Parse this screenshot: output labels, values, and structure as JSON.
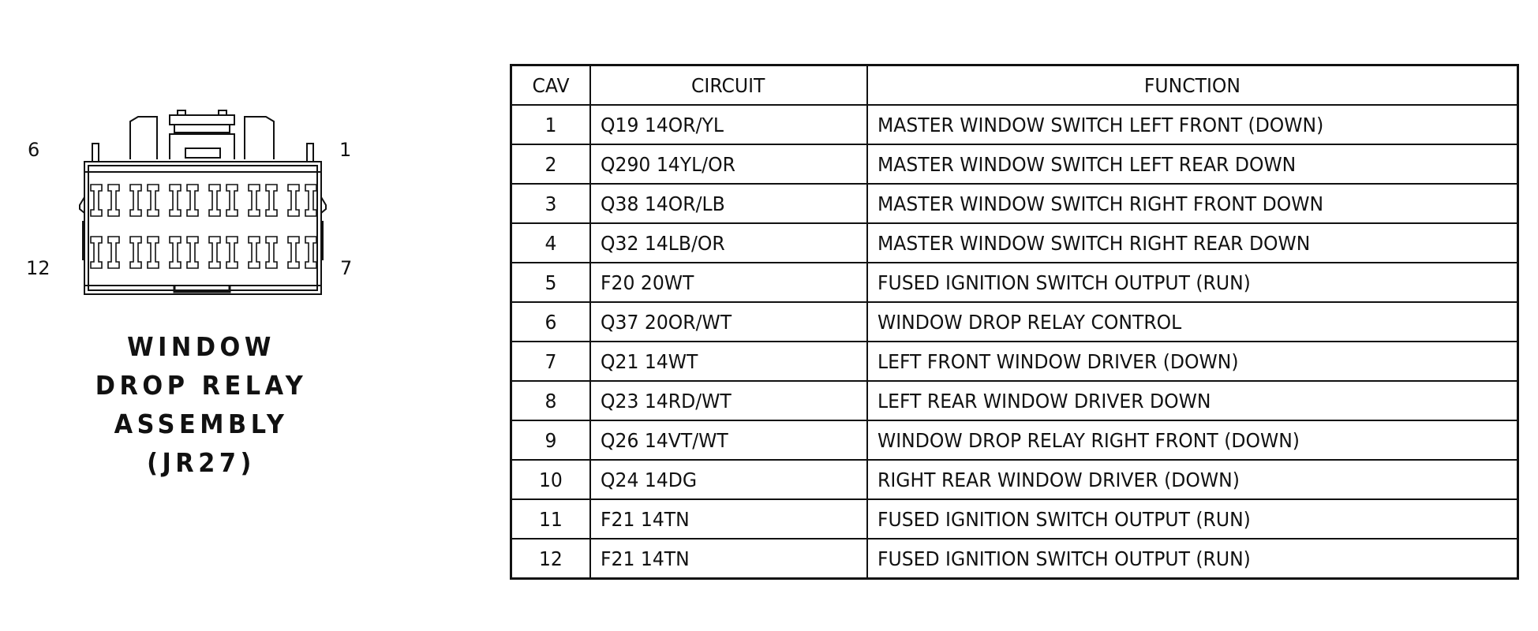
{
  "connector": {
    "pin_labels": {
      "top_left": "6",
      "top_right": "1",
      "bottom_left": "12",
      "bottom_right": "7"
    },
    "title_lines": [
      "WINDOW",
      "DROP RELAY",
      "ASSEMBLY",
      "(JR27)"
    ]
  },
  "table": {
    "headers": {
      "cav": "CAV",
      "circuit": "CIRCUIT",
      "function": "FUNCTION"
    },
    "rows": [
      {
        "cav": "1",
        "circuit": "Q19 14OR/YL",
        "function": "MASTER WINDOW SWITCH LEFT FRONT (DOWN)"
      },
      {
        "cav": "2",
        "circuit": "Q290 14YL/OR",
        "function": "MASTER WINDOW SWITCH LEFT REAR DOWN"
      },
      {
        "cav": "3",
        "circuit": "Q38 14OR/LB",
        "function": "MASTER WINDOW SWITCH RIGHT FRONT DOWN"
      },
      {
        "cav": "4",
        "circuit": "Q32 14LB/OR",
        "function": "MASTER WINDOW SWITCH RIGHT REAR DOWN"
      },
      {
        "cav": "5",
        "circuit": "F20 20WT",
        "function": "FUSED IGNITION SWITCH OUTPUT (RUN)"
      },
      {
        "cav": "6",
        "circuit": "Q37 20OR/WT",
        "function": "WINDOW DROP RELAY CONTROL"
      },
      {
        "cav": "7",
        "circuit": "Q21 14WT",
        "function": "LEFT FRONT WINDOW DRIVER (DOWN)"
      },
      {
        "cav": "8",
        "circuit": "Q23 14RD/WT",
        "function": "LEFT REAR WINDOW DRIVER DOWN"
      },
      {
        "cav": "9",
        "circuit": "Q26 14VT/WT",
        "function": "WINDOW DROP RELAY RIGHT FRONT (DOWN)"
      },
      {
        "cav": "10",
        "circuit": "Q24 14DG",
        "function": "RIGHT REAR WINDOW DRIVER (DOWN)"
      },
      {
        "cav": "11",
        "circuit": "F21 14TN",
        "function": "FUSED IGNITION SWITCH OUTPUT (RUN)"
      },
      {
        "cav": "12",
        "circuit": "F21 14TN",
        "function": "FUSED IGNITION SWITCH OUTPUT (RUN)"
      }
    ]
  }
}
